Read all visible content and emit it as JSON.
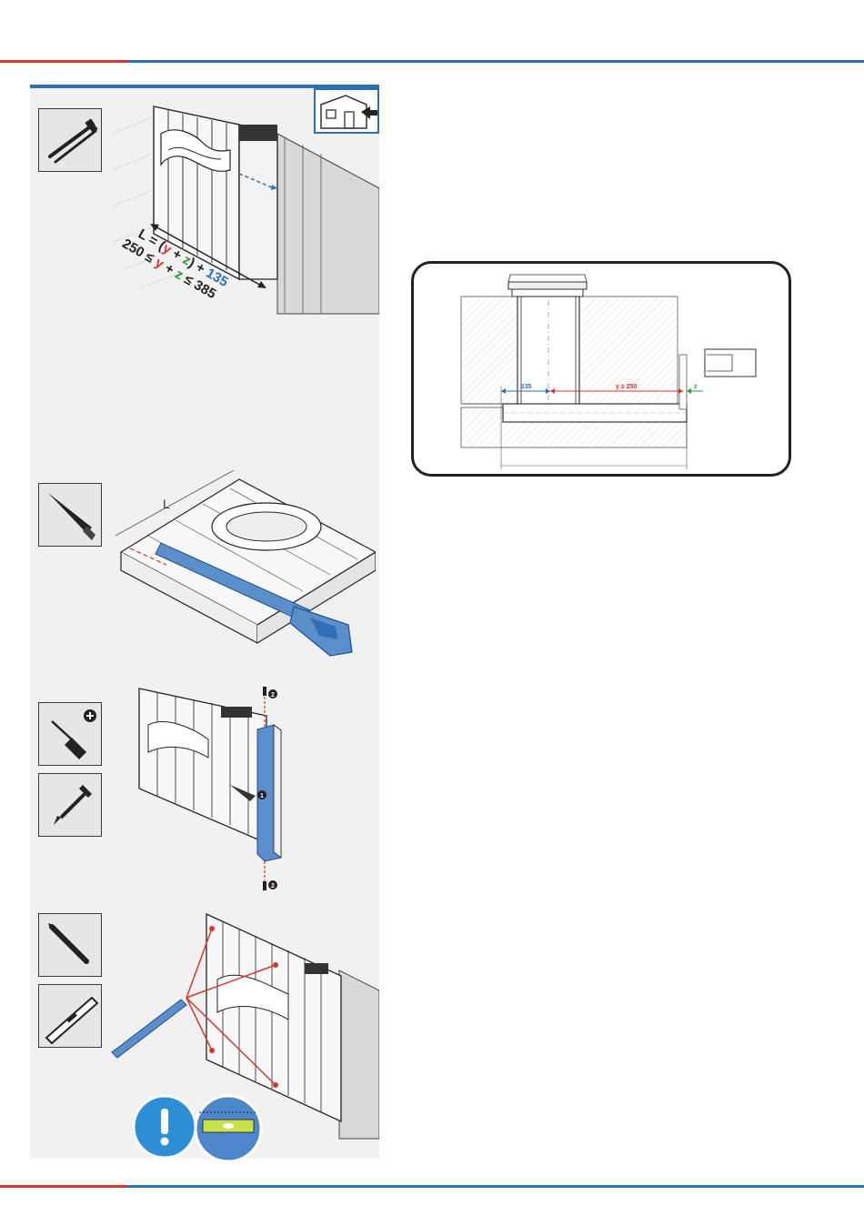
{
  "colors": {
    "red_accent": "#d9352b",
    "blue_accent": "#2f6fb3",
    "part_blue": "#5b8fcc",
    "dim_green": "#2a9c3a",
    "panel_bg": "#f1f1f1"
  },
  "step1": {
    "formula_line1": {
      "a": "L = (",
      "y": "y",
      "plus": " + ",
      "z": "z",
      "b": ") + ",
      "n": "135"
    },
    "formula_line2": {
      "a": "250 ≤ ",
      "y": "y",
      "plus": " + ",
      "z": "z",
      "b": " ≤ 385"
    }
  },
  "step2": {
    "dim_label": "L"
  },
  "step3": {
    "callout_1": "1",
    "callout_2_top": "2",
    "callout_2_bottom": "2"
  },
  "section": {
    "dim_135": "135",
    "dim_y": "y ≥ 250",
    "dim_z": "z"
  },
  "icons": {
    "tool1": "cable-ties-icon",
    "tool2": "saw-icon",
    "tool3": "phillips-screwdriver-icon",
    "tool4": "screw-icon",
    "tool5": "pencil-icon",
    "tool6": "spirit-level-icon",
    "warning": "exclamation-icon",
    "house": "outdoor-wall-icon"
  }
}
